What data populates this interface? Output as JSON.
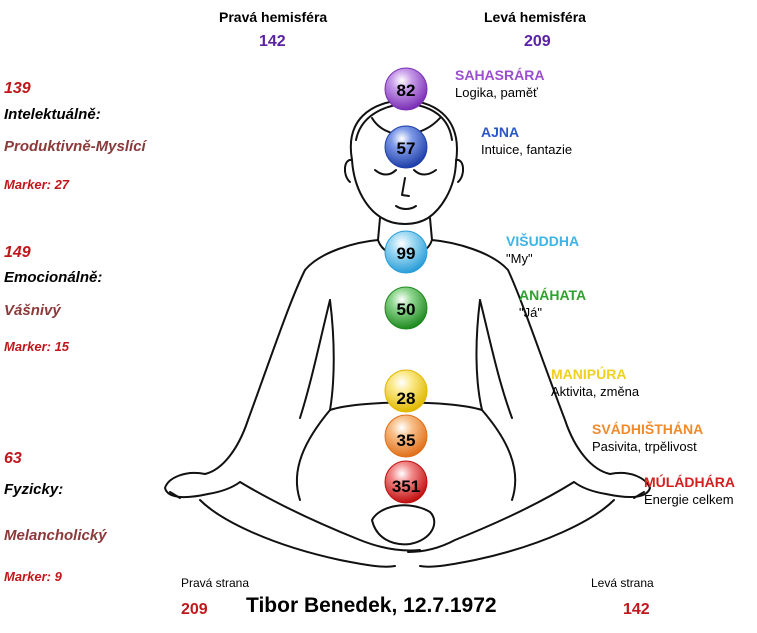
{
  "hemispheres": {
    "right": {
      "label": "Pravá hemisféra",
      "value": "142"
    },
    "left": {
      "label": "Levá hemisféra",
      "value": "209"
    }
  },
  "aspects": [
    {
      "value": "139",
      "category": "Intelektuálně:",
      "type": "Produktivně-Myslící",
      "marker": "Marker: 27"
    },
    {
      "value": "149",
      "category": "Emocionálně:",
      "type": "Vášnivý",
      "marker": "Marker: 15"
    },
    {
      "value": "63",
      "category": "Fyzicky:",
      "type": "Melancholický",
      "marker": "Marker: 9"
    }
  ],
  "chakras": [
    {
      "value": "82",
      "name": "SAHASRÁRA",
      "desc": "Logika, paměť",
      "color": "#9b4fd0"
    },
    {
      "value": "57",
      "name": "AJNA",
      "desc": "Intuice, fantazie",
      "color": "#2c55c8"
    },
    {
      "value": "99",
      "name": "VIŠUDDHA",
      "desc": "\"My\"",
      "color": "#3cb4e6"
    },
    {
      "value": "50",
      "name": "ANÁHATA",
      "desc": "\"Já\"",
      "color": "#2fa12f"
    },
    {
      "value": "28",
      "name": "MANIPÚRA",
      "desc": "Aktivita, změna",
      "color": "#f0d020"
    },
    {
      "value": "35",
      "name": "SVÁDHIŠTHÁNA",
      "desc": "Pasivita, trpělivost",
      "color": "#f08a2a"
    },
    {
      "value": "351",
      "name": "MÚLÁDHÁRA",
      "desc": "Energie celkem",
      "color": "#d42020"
    }
  ],
  "bottom": {
    "right_side": {
      "label": "Pravá strana",
      "value": "209"
    },
    "left_side": {
      "label": "Levá strana",
      "value": "142"
    },
    "person": "Tibor Benedek, 12.7.1972"
  }
}
